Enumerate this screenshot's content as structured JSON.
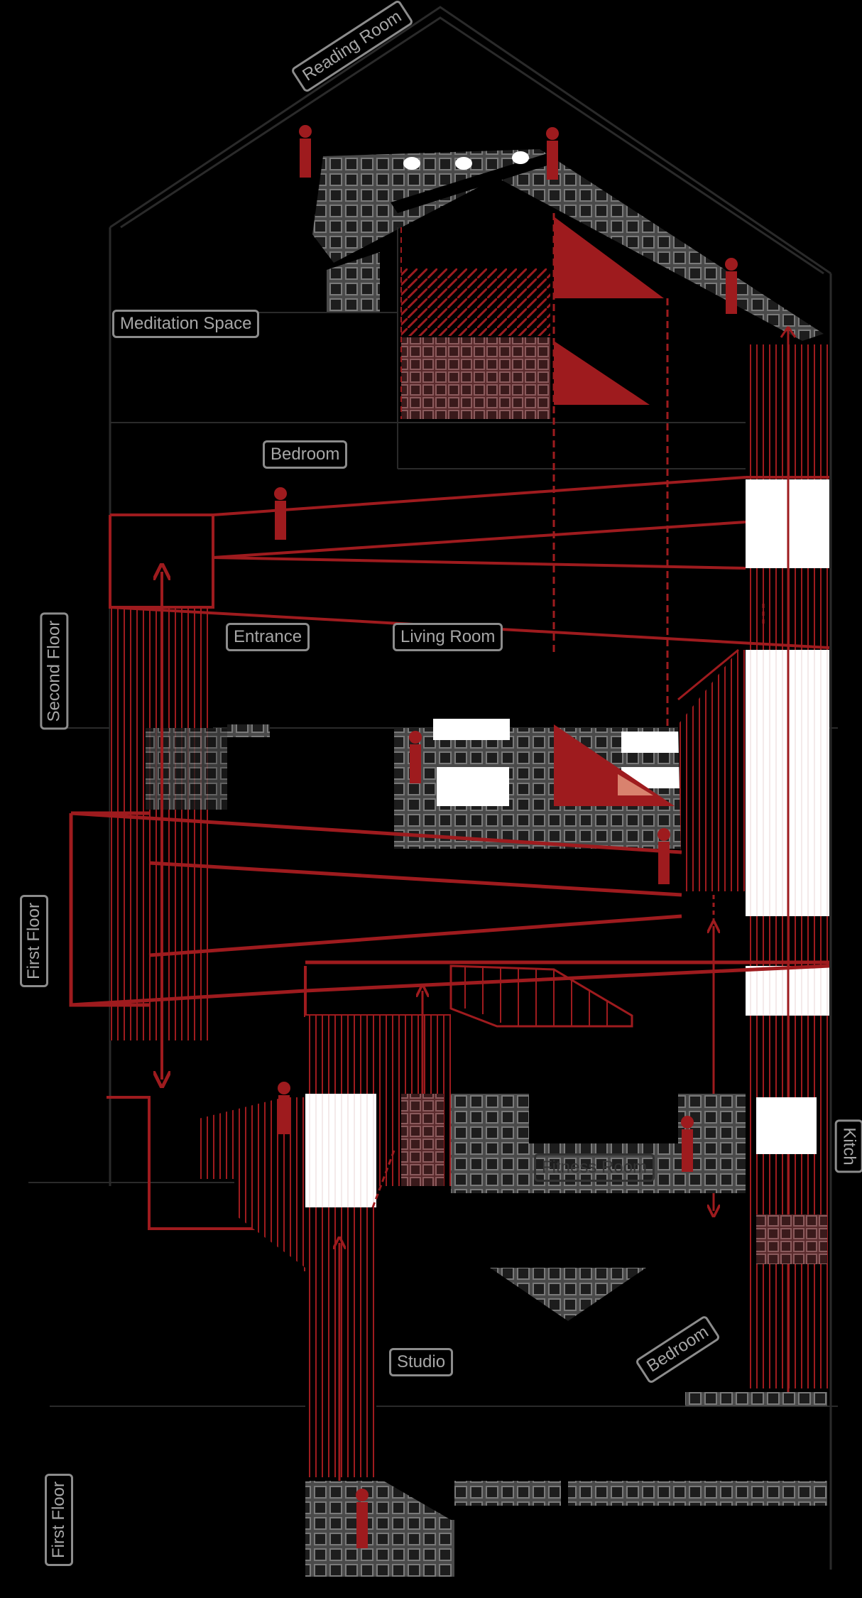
{
  "diagram": {
    "room_labels": {
      "reading_room": "Reading Room",
      "meditation_space": "Meditation Space",
      "bedroom_upper": "Bedroom",
      "entrance": "Entrance",
      "living_room": "Living Room",
      "fitness_room": "Fitness Room",
      "kitchen": "Kitch",
      "studio": "Studio",
      "bedroom_lower": "Bedroom"
    },
    "floor_labels": {
      "second_floor": "Second Floor",
      "first_floor_upper": "First Floor",
      "first_floor_lower": "First Floor"
    },
    "colors": {
      "background": "#000000",
      "accent_red": "#9e1b1e",
      "floor_tile": "#6e6e6e",
      "label_stroke": "#8c8c8c",
      "label_text": "#a6a6a6",
      "line_dark": "#2a2a2a",
      "white_fill": "#ffffff"
    }
  }
}
